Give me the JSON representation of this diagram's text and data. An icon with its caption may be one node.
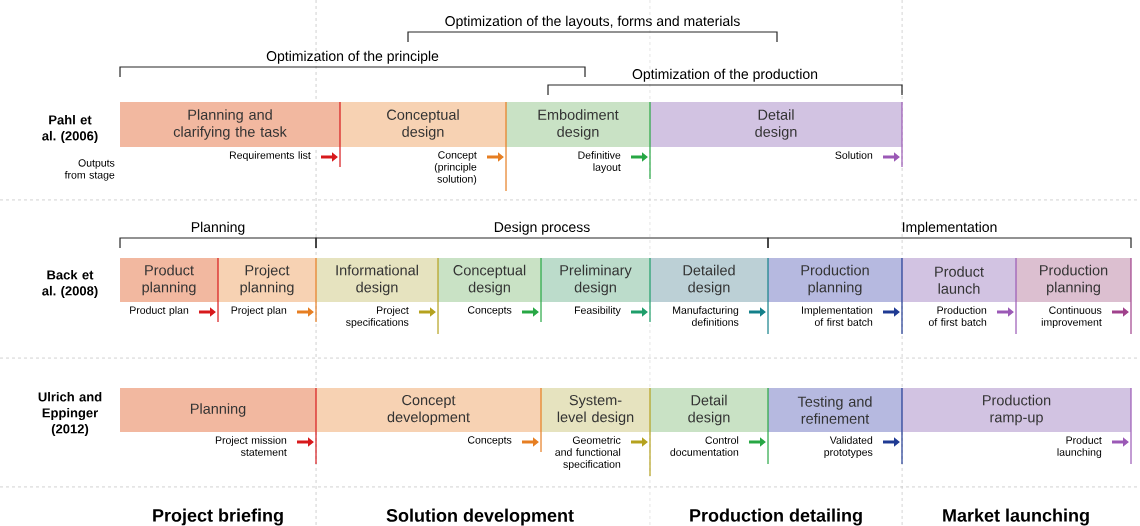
{
  "diagram": {
    "nodes": [
      {
        "text": [
          "Planning and clarifying the task"
        ],
        "beside": [
          "Requirements list"
        ]
      },
      {
        "text": [
          "Conceptual design"
        ],
        "beside": [
          "Concept (principle solution)"
        ]
      },
      {
        "text": [
          "Embodiment design"
        ],
        "beside": [
          "Definitive layout"
        ]
      },
      {
        "text": [
          "Detail design"
        ],
        "beside": [
          "Solution"
        ]
      },
      {
        "text": [
          "Product planning"
        ],
        "beside": [
          "Product plan"
        ]
      },
      {
        "text": [
          "Project planning"
        ],
        "beside": [
          "Project plan"
        ]
      },
      {
        "text": [
          "Informational design"
        ],
        "beside": [
          "Project specifications"
        ]
      },
      {
        "text": [
          "Conceptual design"
        ],
        "beside": [
          "Concepts"
        ]
      },
      {
        "text": [
          "Preliminary design"
        ],
        "beside": [
          "Feasibility"
        ]
      },
      {
        "text": [
          "Detailed design"
        ],
        "beside": [
          "Manufacturing definitions"
        ]
      },
      {
        "text": [
          "Production planning"
        ],
        "beside": [
          "Implementation of first batch"
        ]
      },
      {
        "text": [
          "Product launch"
        ],
        "beside": [
          "Production of first batch"
        ]
      },
      {
        "text": [
          "Production planning"
        ],
        "beside": [
          "Continuous improvement"
        ]
      },
      {
        "text": [
          "Planning"
        ],
        "beside": [
          "Project mission statement"
        ]
      },
      {
        "text": [
          "Concept development"
        ],
        "beside": [
          "Concepts"
        ]
      },
      {
        "text": [
          "System-level design"
        ],
        "beside": [
          "Geometric and functional specification"
        ]
      },
      {
        "text": [
          "Detail design"
        ],
        "beside": [
          "Control documentation"
        ]
      },
      {
        "text": [
          "Testing and refinement"
        ],
        "beside": [
          "Validated prototypes"
        ]
      },
      {
        "text": [
          "Production ramp-up"
        ],
        "beside": [
          "Product launching"
        ]
      }
    ],
    "labels": [
      "Optimization of the layouts, forms and materials",
      "Optimization of the principle",
      "Optimization of the production",
      "Pahl et al. (2006)",
      "Outputs from stage",
      "Planning",
      "Design process",
      "Implementation",
      "Back et al. (2008)",
      "Ulrich and Eppinger (2012)",
      "Project briefing",
      "Solution development",
      "Production detailing",
      "Market launching"
    ]
  }
}
